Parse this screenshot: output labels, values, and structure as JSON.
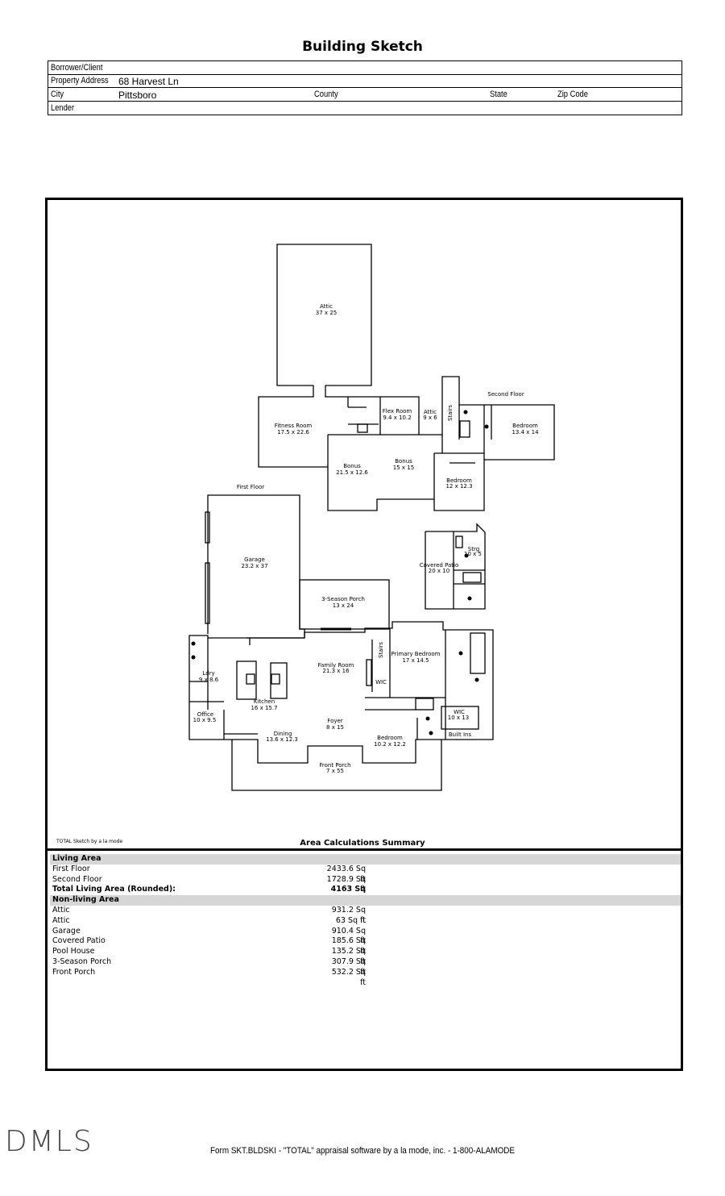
{
  "header": {
    "title": "Building Sketch",
    "borrower_label": "Borrower/Client",
    "property_label": "Property Address",
    "property_value": "68 Harvest Ln",
    "city_label": "City",
    "city_value": "Pittsboro",
    "county_label": "County",
    "state_label": "State",
    "zip_label": "Zip Code",
    "lender_label": "Lender"
  },
  "sketch": {
    "floor_labels": {
      "second": "Second Floor",
      "first": "First Floor"
    },
    "rooms": [
      {
        "name": "Attic",
        "dims": "37 x 25"
      },
      {
        "name": "Fitness Room",
        "dims": "17.5 x 22.6"
      },
      {
        "name": "Flex Room",
        "dims": "9.4 x 10.2"
      },
      {
        "name": "Attic",
        "dims": "9 x 6"
      },
      {
        "name": "Bedroom",
        "dims": "13.4 x 14"
      },
      {
        "name": "Bonus",
        "dims": "21.5 x 12.6"
      },
      {
        "name": "Bonus",
        "dims": "15 x 15"
      },
      {
        "name": "Bedroom",
        "dims": "12 x 12.3"
      },
      {
        "name": "Garage",
        "dims": "23.2 x 37"
      },
      {
        "name": "Covered Patio",
        "dims": "20 x 10"
      },
      {
        "name": "Strg",
        "dims": "10 x 5"
      },
      {
        "name": "3-Season Porch",
        "dims": "13 x 24"
      },
      {
        "name": "Ldry",
        "dims": "9 x 8.6"
      },
      {
        "name": "Family Room",
        "dims": "21.3 x 16"
      },
      {
        "name": "Primary Bedroom",
        "dims": "17 x 14.5"
      },
      {
        "name": "Kitchen",
        "dims": "16 x 15.7"
      },
      {
        "name": "Office",
        "dims": "10 x 9.5"
      },
      {
        "name": "Foyer",
        "dims": "8 x 15"
      },
      {
        "name": "WIC",
        "dims": "10 x 13"
      },
      {
        "name": "Dining",
        "dims": "13.6 x 12.3"
      },
      {
        "name": "Bedroom",
        "dims": "10.2 x 12.2"
      },
      {
        "name": "Front Porch",
        "dims": "7 x 55"
      }
    ],
    "misc_labels": {
      "stairs": "Stairs",
      "wic": "WIC",
      "built_ins": "Built Ins"
    }
  },
  "summary": {
    "software_note": "TOTAL Sketch by a la mode",
    "title": "Area Calculations Summary",
    "living_header": "Living Area",
    "living": [
      {
        "name": "First Floor",
        "value": "2433.6 Sq ft"
      },
      {
        "name": "Second Floor",
        "value": "1728.9 Sq ft"
      }
    ],
    "total_label": "Total Living Area (Rounded):",
    "total_value": "4163 Sq ft",
    "nonliving_header": "Non-living Area",
    "nonliving": [
      {
        "name": "Attic",
        "value": "931.2 Sq ft"
      },
      {
        "name": "Attic",
        "value": "63 Sq ft"
      },
      {
        "name": "Garage",
        "value": "910.4 Sq ft"
      },
      {
        "name": "Covered Patio",
        "value": "185.6 Sq ft"
      },
      {
        "name": "Pool House",
        "value": "135.2 Sq ft"
      },
      {
        "name": "3-Season Porch",
        "value": "307.9 Sq ft"
      },
      {
        "name": "Front Porch",
        "value": "532.2 Sq ft"
      }
    ]
  },
  "footer": {
    "logo": "DMLS",
    "form_text": "Form SKT.BLDSKI - \"TOTAL\" appraisal software by a la mode, inc. - 1-800-ALAMODE"
  }
}
